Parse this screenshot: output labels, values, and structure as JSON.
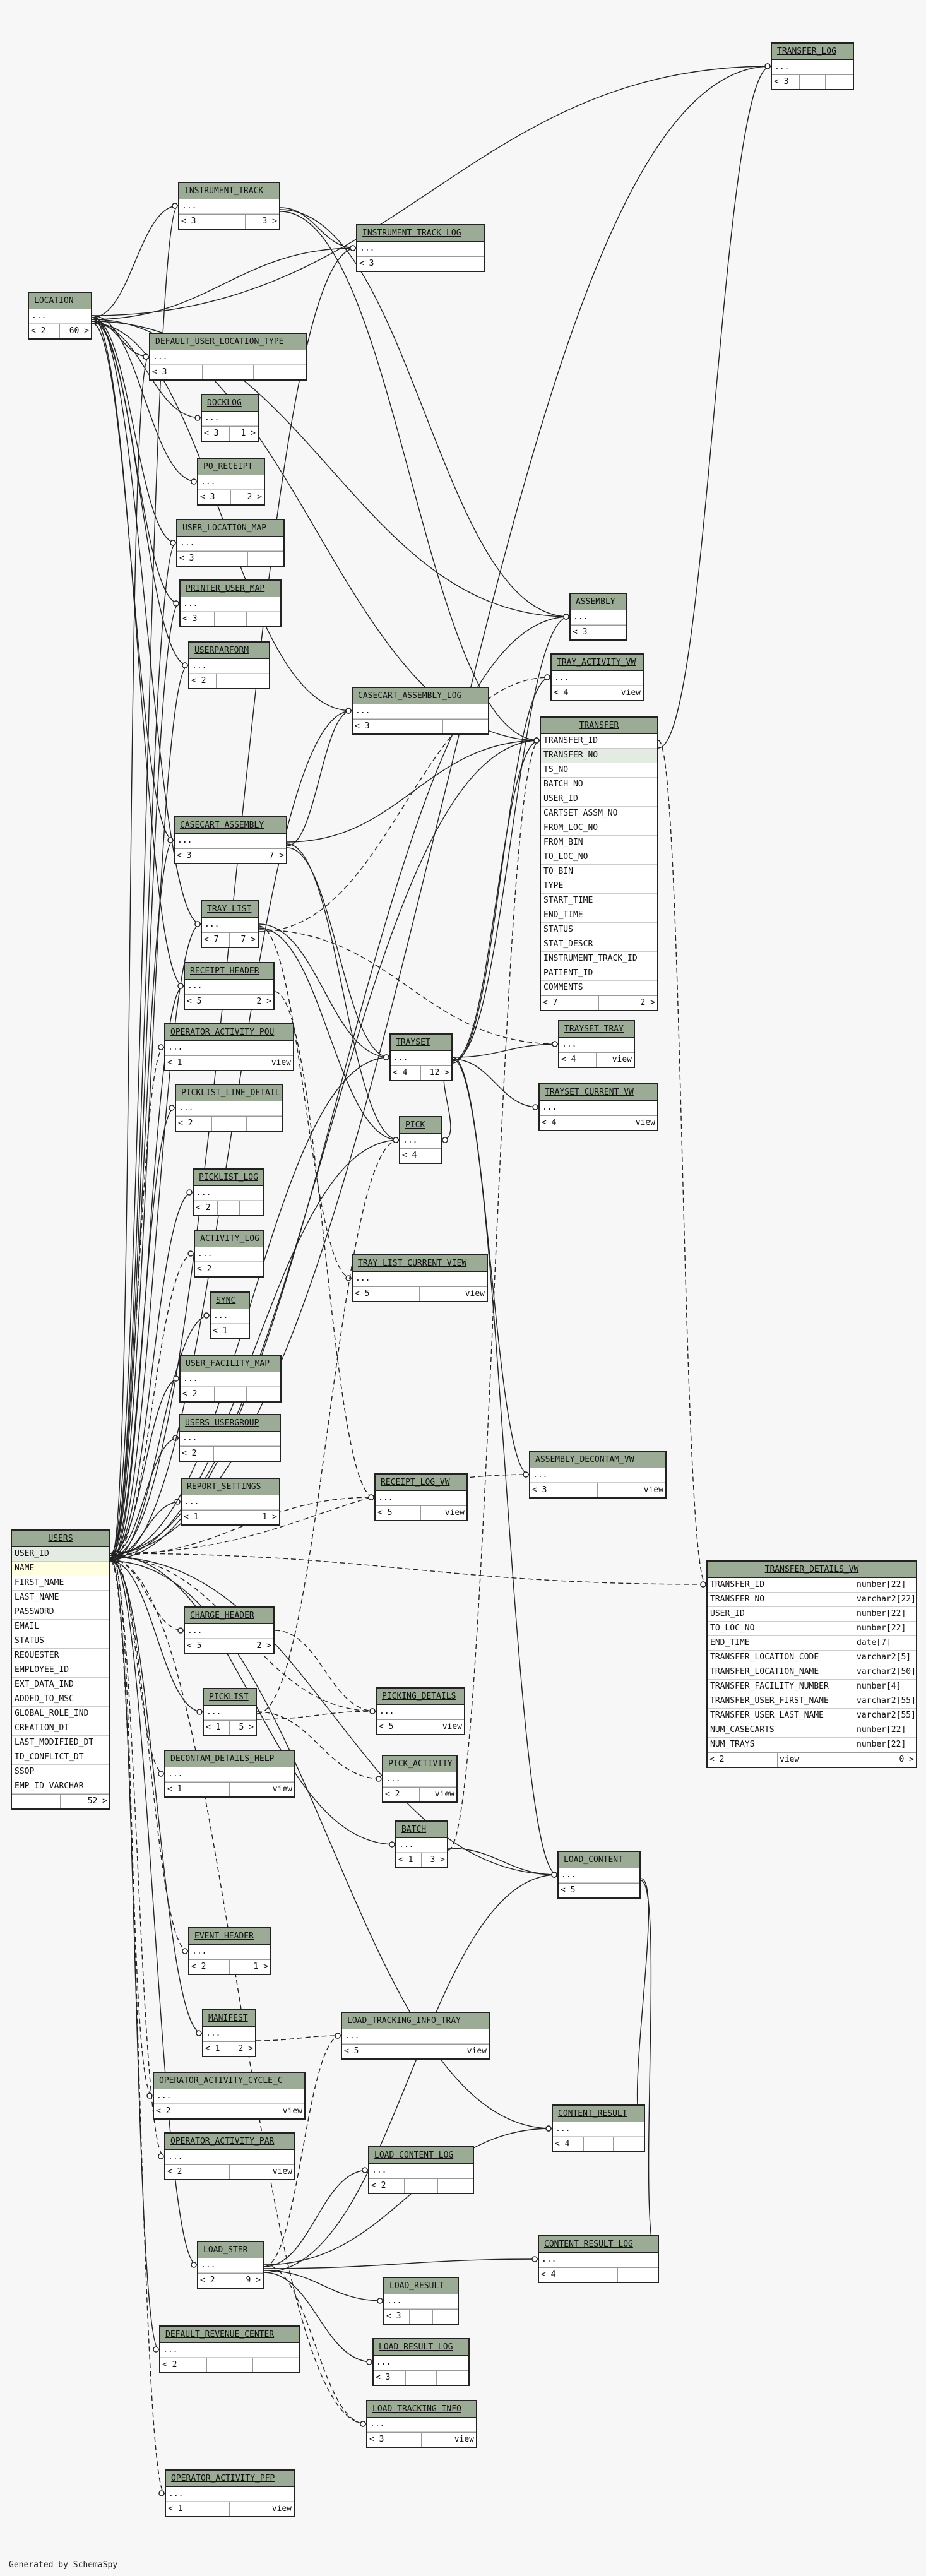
{
  "footer_text": "Generated by SchemaSpy",
  "colors": {
    "header": "#9bab96",
    "line": "#222222"
  },
  "tables": [
    {
      "id": "TRANSFER_LOG",
      "name": "TRANSFER_LOG",
      "cols": [
        "..."
      ],
      "foot": [
        "< 3",
        "",
        ""
      ]
    },
    {
      "id": "INSTRUMENT_TRACK",
      "name": "INSTRUMENT_TRACK",
      "cols": [
        "..."
      ],
      "foot": [
        "< 3",
        "",
        "3 >"
      ]
    },
    {
      "id": "INSTRUMENT_TRACK_LOG",
      "name": "INSTRUMENT_TRACK_LOG",
      "cols": [
        "..."
      ],
      "foot": [
        "< 3",
        "",
        ""
      ]
    },
    {
      "id": "LOCATION",
      "name": "LOCATION",
      "cols": [
        "..."
      ],
      "foot": [
        "< 2",
        "60 >"
      ]
    },
    {
      "id": "DEFAULT_USER_LOCATION_TYPE",
      "name": "DEFAULT_USER_LOCATION_TYPE",
      "cols": [
        "..."
      ],
      "foot": [
        "< 3",
        "",
        ""
      ]
    },
    {
      "id": "DOCKLOG",
      "name": "DOCKLOG",
      "cols": [
        "..."
      ],
      "foot": [
        "< 3",
        "1 >"
      ]
    },
    {
      "id": "PO_RECEIPT",
      "name": "PO_RECEIPT",
      "cols": [
        "..."
      ],
      "foot": [
        "< 3",
        "2 >"
      ]
    },
    {
      "id": "USER_LOCATION_MAP",
      "name": "USER_LOCATION_MAP",
      "cols": [
        "..."
      ],
      "foot": [
        "< 3",
        "",
        ""
      ]
    },
    {
      "id": "PRINTER_USER_MAP",
      "name": "PRINTER_USER_MAP",
      "cols": [
        "..."
      ],
      "foot": [
        "< 3",
        "",
        ""
      ]
    },
    {
      "id": "ASSEMBLY",
      "name": "ASSEMBLY",
      "cols": [
        "..."
      ],
      "foot": [
        "< 3",
        ""
      ]
    },
    {
      "id": "USERPARFORM",
      "name": "USERPARFORM",
      "cols": [
        "..."
      ],
      "foot": [
        "< 2",
        "",
        ""
      ]
    },
    {
      "id": "TRAY_ACTIVITY_VW",
      "name": "TRAY_ACTIVITY_VW",
      "cols": [
        "..."
      ],
      "foot": [
        "< 4",
        "view"
      ]
    },
    {
      "id": "CASECART_ASSEMBLY_LOG",
      "name": "CASECART_ASSEMBLY_LOG",
      "cols": [
        "..."
      ],
      "foot": [
        "< 3",
        "",
        ""
      ]
    },
    {
      "id": "TRANSFER",
      "name": "TRANSFER",
      "cols": [
        "TRANSFER_ID",
        "TRANSFER_NO",
        "TS_NO",
        "BATCH_NO",
        "USER_ID",
        "CARTSET_ASSM_NO",
        "FROM_LOC_NO",
        "FROM_BIN",
        "TO_LOC_NO",
        "TO_BIN",
        "TYPE",
        "START_TIME",
        "END_TIME",
        "STATUS",
        "STAT_DESCR",
        "INSTRUMENT_TRACK_ID",
        "PATIENT_ID",
        "COMMENTS"
      ],
      "foot": [
        "< 7",
        "2 >"
      ]
    },
    {
      "id": "CASECART_ASSEMBLY",
      "name": "CASECART_ASSEMBLY",
      "cols": [
        "..."
      ],
      "foot": [
        "< 3",
        "7 >"
      ]
    },
    {
      "id": "TRAY_LIST",
      "name": "TRAY_LIST",
      "cols": [
        "..."
      ],
      "foot": [
        "< 7",
        "7 >"
      ]
    },
    {
      "id": "RECEIPT_HEADER",
      "name": "RECEIPT_HEADER",
      "cols": [
        "..."
      ],
      "foot": [
        "< 5",
        "2 >"
      ]
    },
    {
      "id": "TRAYSET_TRAY",
      "name": "TRAYSET_TRAY",
      "cols": [
        "..."
      ],
      "foot": [
        "< 4",
        "view"
      ]
    },
    {
      "id": "OPERATOR_ACTIVITY_POU",
      "name": "OPERATOR_ACTIVITY_POU",
      "cols": [
        "..."
      ],
      "foot": [
        "< 1",
        "view"
      ]
    },
    {
      "id": "TRAYSET",
      "name": "TRAYSET",
      "cols": [
        "..."
      ],
      "foot": [
        "< 4",
        "12 >"
      ]
    },
    {
      "id": "TRAYSET_CURRENT_VW",
      "name": "TRAYSET_CURRENT_VW",
      "cols": [
        "..."
      ],
      "foot": [
        "< 4",
        "view"
      ]
    },
    {
      "id": "PICKLIST_LINE_DETAIL",
      "name": "PICKLIST_LINE_DETAIL",
      "cols": [
        "..."
      ],
      "foot": [
        "< 2",
        "",
        ""
      ]
    },
    {
      "id": "PICK",
      "name": "PICK",
      "cols": [
        "..."
      ],
      "foot": [
        "< 4",
        ""
      ]
    },
    {
      "id": "PICKLIST_LOG",
      "name": "PICKLIST_LOG",
      "cols": [
        "..."
      ],
      "foot": [
        "< 2",
        "",
        ""
      ]
    },
    {
      "id": "ACTIVITY_LOG",
      "name": "ACTIVITY_LOG",
      "cols": [
        "..."
      ],
      "foot": [
        "< 2",
        "",
        ""
      ]
    },
    {
      "id": "TRAY_LIST_CURRENT_VIEW",
      "name": "TRAY_LIST_CURRENT_VIEW",
      "cols": [
        "..."
      ],
      "foot": [
        "< 5",
        "view"
      ]
    },
    {
      "id": "SYNC",
      "name": "SYNC",
      "cols": [
        "..."
      ],
      "foot": [
        "< 1"
      ]
    },
    {
      "id": "USER_FACILITY_MAP",
      "name": "USER_FACILITY_MAP",
      "cols": [
        "..."
      ],
      "foot": [
        "< 2",
        "",
        ""
      ]
    },
    {
      "id": "USERS_USERGROUP",
      "name": "USERS_USERGROUP",
      "cols": [
        "..."
      ],
      "foot": [
        "< 2",
        "",
        ""
      ]
    },
    {
      "id": "ASSEMBLY_DECONTAM_VW",
      "name": "ASSEMBLY_DECONTAM_VW",
      "cols": [
        "..."
      ],
      "foot": [
        "< 3",
        "view"
      ]
    },
    {
      "id": "REPORT_SETTINGS",
      "name": "REPORT_SETTINGS",
      "cols": [
        "..."
      ],
      "foot": [
        "< 1",
        "1 >"
      ]
    },
    {
      "id": "RECEIPT_LOG_VW",
      "name": "RECEIPT_LOG_VW",
      "cols": [
        "..."
      ],
      "foot": [
        "< 5",
        "view"
      ]
    },
    {
      "id": "USERS",
      "name": "USERS",
      "cols": [
        "USER_ID",
        "NAME",
        "FIRST_NAME",
        "LAST_NAME",
        "PASSWORD",
        "EMAIL",
        "STATUS",
        "REQUESTER",
        "EMPLOYEE_ID",
        "EXT_DATA_IND",
        "ADDED_TO_MSC",
        "GLOBAL_ROLE_IND",
        "CREATION_DT",
        "LAST_MODIFIED_DT",
        "ID_CONFLICT_DT",
        "SSOP",
        "EMP_ID_VARCHAR"
      ],
      "foot": [
        "",
        "52 >"
      ]
    },
    {
      "id": "TRANSFER_DETAILS_VW",
      "name": "TRANSFER_DETAILS_VW",
      "cols": [
        "TRANSFER_ID",
        "TRANSFER_NO",
        "USER_ID",
        "TO_LOC_NO",
        "END_TIME",
        "TRANSFER_LOCATION_CODE",
        "TRANSFER_LOCATION_NAME",
        "TRANSFER_FACILITY_NUMBER",
        "TRANSFER_USER_FIRST_NAME",
        "TRANSFER_USER_LAST_NAME",
        "NUM_CASECARTS",
        "NUM_TRAYS"
      ],
      "types": [
        "number[22]",
        "varchar2[22]",
        "number[22]",
        "number[22]",
        "date[7]",
        "varchar2[5]",
        "varchar2[50]",
        "number[4]",
        "varchar2[55]",
        "varchar2[55]",
        "number[22]",
        "number[22]"
      ],
      "foot": [
        "< 2",
        "view",
        "0 >"
      ]
    },
    {
      "id": "CHARGE_HEADER",
      "name": "CHARGE_HEADER",
      "cols": [
        "..."
      ],
      "foot": [
        "< 5",
        "2 >"
      ]
    },
    {
      "id": "PICKLIST",
      "name": "PICKLIST",
      "cols": [
        "..."
      ],
      "foot": [
        "< 1",
        "5 >"
      ]
    },
    {
      "id": "PICKING_DETAILS",
      "name": "PICKING_DETAILS",
      "cols": [
        "..."
      ],
      "foot": [
        "< 5",
        "view"
      ]
    },
    {
      "id": "DECONTAM_DETAILS_HELP",
      "name": "DECONTAM_DETAILS_HELP",
      "cols": [
        "..."
      ],
      "foot": [
        "< 1",
        "view"
      ]
    },
    {
      "id": "PICK_ACTIVITY",
      "name": "PICK_ACTIVITY",
      "cols": [
        "..."
      ],
      "foot": [
        "< 2",
        "view"
      ]
    },
    {
      "id": "BATCH",
      "name": "BATCH",
      "cols": [
        "..."
      ],
      "foot": [
        "< 1",
        "3 >"
      ]
    },
    {
      "id": "LOAD_CONTENT",
      "name": "LOAD_CONTENT",
      "cols": [
        "..."
      ],
      "foot": [
        "< 5",
        "",
        ""
      ]
    },
    {
      "id": "EVENT_HEADER",
      "name": "EVENT_HEADER",
      "cols": [
        "..."
      ],
      "foot": [
        "< 2",
        "1 >"
      ]
    },
    {
      "id": "MANIFEST",
      "name": "MANIFEST",
      "cols": [
        "..."
      ],
      "foot": [
        "< 1",
        "2 >"
      ]
    },
    {
      "id": "LOAD_TRACKING_INFO_TRAY",
      "name": "LOAD_TRACKING_INFO_TRAY",
      "cols": [
        "..."
      ],
      "foot": [
        "< 5",
        "view"
      ]
    },
    {
      "id": "OPERATOR_ACTIVITY_CYCLE_C",
      "name": "OPERATOR_ACTIVITY_CYCLE_C",
      "cols": [
        "..."
      ],
      "foot": [
        "< 2",
        "view"
      ]
    },
    {
      "id": "CONTENT_RESULT",
      "name": "CONTENT_RESULT",
      "cols": [
        "..."
      ],
      "foot": [
        "< 4",
        "",
        ""
      ]
    },
    {
      "id": "OPERATOR_ACTIVITY_PAR",
      "name": "OPERATOR_ACTIVITY_PAR",
      "cols": [
        "..."
      ],
      "foot": [
        "< 2",
        "view"
      ]
    },
    {
      "id": "LOAD_CONTENT_LOG",
      "name": "LOAD_CONTENT_LOG",
      "cols": [
        "..."
      ],
      "foot": [
        "< 2",
        "",
        ""
      ]
    },
    {
      "id": "LOAD_STER",
      "name": "LOAD_STER",
      "cols": [
        "..."
      ],
      "foot": [
        "< 2",
        "9 >"
      ]
    },
    {
      "id": "CONTENT_RESULT_LOG",
      "name": "CONTENT_RESULT_LOG",
      "cols": [
        "..."
      ],
      "foot": [
        "< 4",
        "",
        ""
      ]
    },
    {
      "id": "LOAD_RESULT",
      "name": "LOAD_RESULT",
      "cols": [
        "..."
      ],
      "foot": [
        "< 3",
        "",
        ""
      ]
    },
    {
      "id": "DEFAULT_REVENUE_CENTER",
      "name": "DEFAULT_REVENUE_CENTER",
      "cols": [
        "..."
      ],
      "foot": [
        "< 2",
        "",
        ""
      ]
    },
    {
      "id": "LOAD_RESULT_LOG",
      "name": "LOAD_RESULT_LOG",
      "cols": [
        "..."
      ],
      "foot": [
        "< 3",
        "",
        ""
      ]
    },
    {
      "id": "LOAD_TRACKING_INFO",
      "name": "LOAD_TRACKING_INFO",
      "cols": [
        "..."
      ],
      "foot": [
        "< 3",
        "view"
      ]
    },
    {
      "id": "OPERATOR_ACTIVITY_PFP",
      "name": "OPERATOR_ACTIVITY_PFP",
      "cols": [
        "..."
      ],
      "foot": [
        "< 1",
        "view"
      ]
    }
  ],
  "relations": [
    [
      "LOCATION",
      "TRANSFER_LOG",
      0
    ],
    [
      "LOCATION",
      "INSTRUMENT_TRACK",
      0
    ],
    [
      "LOCATION",
      "INSTRUMENT_TRACK_LOG",
      0
    ],
    [
      "LOCATION",
      "DEFAULT_USER_LOCATION_TYPE",
      0
    ],
    [
      "LOCATION",
      "DOCKLOG",
      0
    ],
    [
      "LOCATION",
      "PO_RECEIPT",
      0
    ],
    [
      "LOCATION",
      "USER_LOCATION_MAP",
      0
    ],
    [
      "LOCATION",
      "PRINTER_USER_MAP",
      0
    ],
    [
      "LOCATION",
      "USERPARFORM",
      0
    ],
    [
      "LOCATION",
      "CASECART_ASSEMBLY",
      0
    ],
    [
      "LOCATION",
      "TRAY_LIST",
      0
    ],
    [
      "LOCATION",
      "RECEIPT_HEADER",
      0
    ],
    [
      "LOCATION",
      "TRANSFER",
      0
    ],
    [
      "LOCATION",
      "ASSEMBLY",
      0
    ],
    [
      "LOCATION",
      "CASECART_ASSEMBLY_LOG",
      0
    ],
    [
      "USERS",
      "TRANSFER_LOG",
      0
    ],
    [
      "USERS",
      "INSTRUMENT_TRACK",
      0
    ],
    [
      "USERS",
      "INSTRUMENT_TRACK_LOG",
      0
    ],
    [
      "USERS",
      "DEFAULT_USER_LOCATION_TYPE",
      0
    ],
    [
      "USERS",
      "USER_LOCATION_MAP",
      0
    ],
    [
      "USERS",
      "PRINTER_USER_MAP",
      0
    ],
    [
      "USERS",
      "USERPARFORM",
      0
    ],
    [
      "USERS",
      "CASECART_ASSEMBLY",
      0
    ],
    [
      "USERS",
      "TRAY_LIST",
      0
    ],
    [
      "USERS",
      "RECEIPT_HEADER",
      0
    ],
    [
      "USERS",
      "OPERATOR_ACTIVITY_POU",
      1
    ],
    [
      "USERS",
      "PICKLIST_LINE_DETAIL",
      0
    ],
    [
      "USERS",
      "PICKLIST_LOG",
      0
    ],
    [
      "USERS",
      "ACTIVITY_LOG",
      1
    ],
    [
      "USERS",
      "SYNC",
      0
    ],
    [
      "USERS",
      "USER_FACILITY_MAP",
      0
    ],
    [
      "USERS",
      "USERS_USERGROUP",
      0
    ],
    [
      "USERS",
      "REPORT_SETTINGS",
      0
    ],
    [
      "USERS",
      "CHARGE_HEADER",
      1
    ],
    [
      "USERS",
      "PICKLIST",
      0
    ],
    [
      "USERS",
      "DECONTAM_DETAILS_HELP",
      1
    ],
    [
      "USERS",
      "BATCH",
      0
    ],
    [
      "USERS",
      "LOAD_CONTENT",
      0
    ],
    [
      "USERS",
      "EVENT_HEADER",
      1
    ],
    [
      "USERS",
      "MANIFEST",
      0
    ],
    [
      "USERS",
      "OPERATOR_ACTIVITY_CYCLE_C",
      1
    ],
    [
      "USERS",
      "OPERATOR_ACTIVITY_PAR",
      1
    ],
    [
      "USERS",
      "LOAD_STER",
      0
    ],
    [
      "USERS",
      "DEFAULT_REVENUE_CENTER",
      0
    ],
    [
      "USERS",
      "OPERATOR_ACTIVITY_PFP",
      1
    ],
    [
      "USERS",
      "TRANSFER",
      0
    ],
    [
      "USERS",
      "TRAYSET",
      0
    ],
    [
      "USERS",
      "PICK",
      0
    ],
    [
      "USERS",
      "ASSEMBLY",
      0
    ],
    [
      "USERS",
      "CASECART_ASSEMBLY_LOG",
      0
    ],
    [
      "USERS",
      "TRANSFER_DETAILS_VW",
      1
    ],
    [
      "USERS",
      "RECEIPT_LOG_VW",
      1
    ],
    [
      "USERS",
      "PICKING_DETAILS",
      1
    ],
    [
      "USERS",
      "LOAD_TRACKING_INFO",
      1
    ],
    [
      "USERS",
      "CONTENT_RESULT",
      0
    ],
    [
      "USERS",
      "ASSEMBLY_DECONTAM_VW",
      1
    ],
    [
      "INSTRUMENT_TRACK",
      "INSTRUMENT_TRACK_LOG",
      0
    ],
    [
      "INSTRUMENT_TRACK",
      "ASSEMBLY",
      0
    ],
    [
      "INSTRUMENT_TRACK",
      "TRANSFER",
      0
    ],
    [
      "TRANSFER",
      "TRANSFER_LOG",
      0
    ],
    [
      "TRANSFER",
      "TRANSFER_DETAILS_VW",
      1
    ],
    [
      "CASECART_ASSEMBLY",
      "TRANSFER",
      0
    ],
    [
      "CASECART_ASSEMBLY",
      "PICK",
      0
    ],
    [
      "CASECART_ASSEMBLY",
      "CASECART_ASSEMBLY_LOG",
      0
    ],
    [
      "CASECART_ASSEMBLY",
      "TRAYSET",
      0
    ],
    [
      "TRAY_LIST",
      "TRAYSET",
      0
    ],
    [
      "TRAY_LIST",
      "TRAY_LIST_CURRENT_VIEW",
      1
    ],
    [
      "TRAY_LIST",
      "PICK",
      0
    ],
    [
      "TRAY_LIST",
      "TRAYSET_TRAY",
      1
    ],
    [
      "TRAY_LIST",
      "TRAY_ACTIVITY_VW",
      1
    ],
    [
      "TRAYSET",
      "TRAYSET_TRAY",
      0
    ],
    [
      "TRAYSET",
      "TRAYSET_CURRENT_VW",
      0
    ],
    [
      "TRAYSET",
      "ASSEMBLY",
      0
    ],
    [
      "TRAYSET",
      "TRAY_ACTIVITY_VW",
      0
    ],
    [
      "TRAYSET",
      "PICK",
      0
    ],
    [
      "TRAYSET",
      "ASSEMBLY_DECONTAM_VW",
      0
    ],
    [
      "TRAYSET",
      "LOAD_CONTENT",
      0
    ],
    [
      "TRAYSET",
      "TRANSFER",
      0
    ],
    [
      "RECEIPT_HEADER",
      "RECEIPT_LOG_VW",
      1
    ],
    [
      "PICKLIST",
      "PICKING_DETAILS",
      1
    ],
    [
      "PICKLIST",
      "PICK_ACTIVITY",
      1
    ],
    [
      "PICKLIST",
      "PICK",
      1
    ],
    [
      "BATCH",
      "LOAD_CONTENT",
      0
    ],
    [
      "BATCH",
      "TRANSFER",
      1
    ],
    [
      "LOAD_STER",
      "LOAD_CONTENT",
      0
    ],
    [
      "LOAD_STER",
      "CONTENT_RESULT",
      0
    ],
    [
      "LOAD_STER",
      "LOAD_CONTENT_LOG",
      0
    ],
    [
      "LOAD_STER",
      "CONTENT_RESULT_LOG",
      0
    ],
    [
      "LOAD_STER",
      "LOAD_RESULT",
      0
    ],
    [
      "LOAD_STER",
      "LOAD_RESULT_LOG",
      0
    ],
    [
      "LOAD_STER",
      "LOAD_TRACKING_INFO",
      1
    ],
    [
      "LOAD_STER",
      "LOAD_TRACKING_INFO_TRAY",
      1
    ],
    [
      "LOAD_CONTENT",
      "CONTENT_RESULT",
      0
    ],
    [
      "LOAD_CONTENT",
      "CONTENT_RESULT_LOG",
      0
    ],
    [
      "MANIFEST",
      "LOAD_TRACKING_INFO_TRAY",
      1
    ],
    [
      "CHARGE_HEADER",
      "PICKING_DETAILS",
      1
    ]
  ]
}
